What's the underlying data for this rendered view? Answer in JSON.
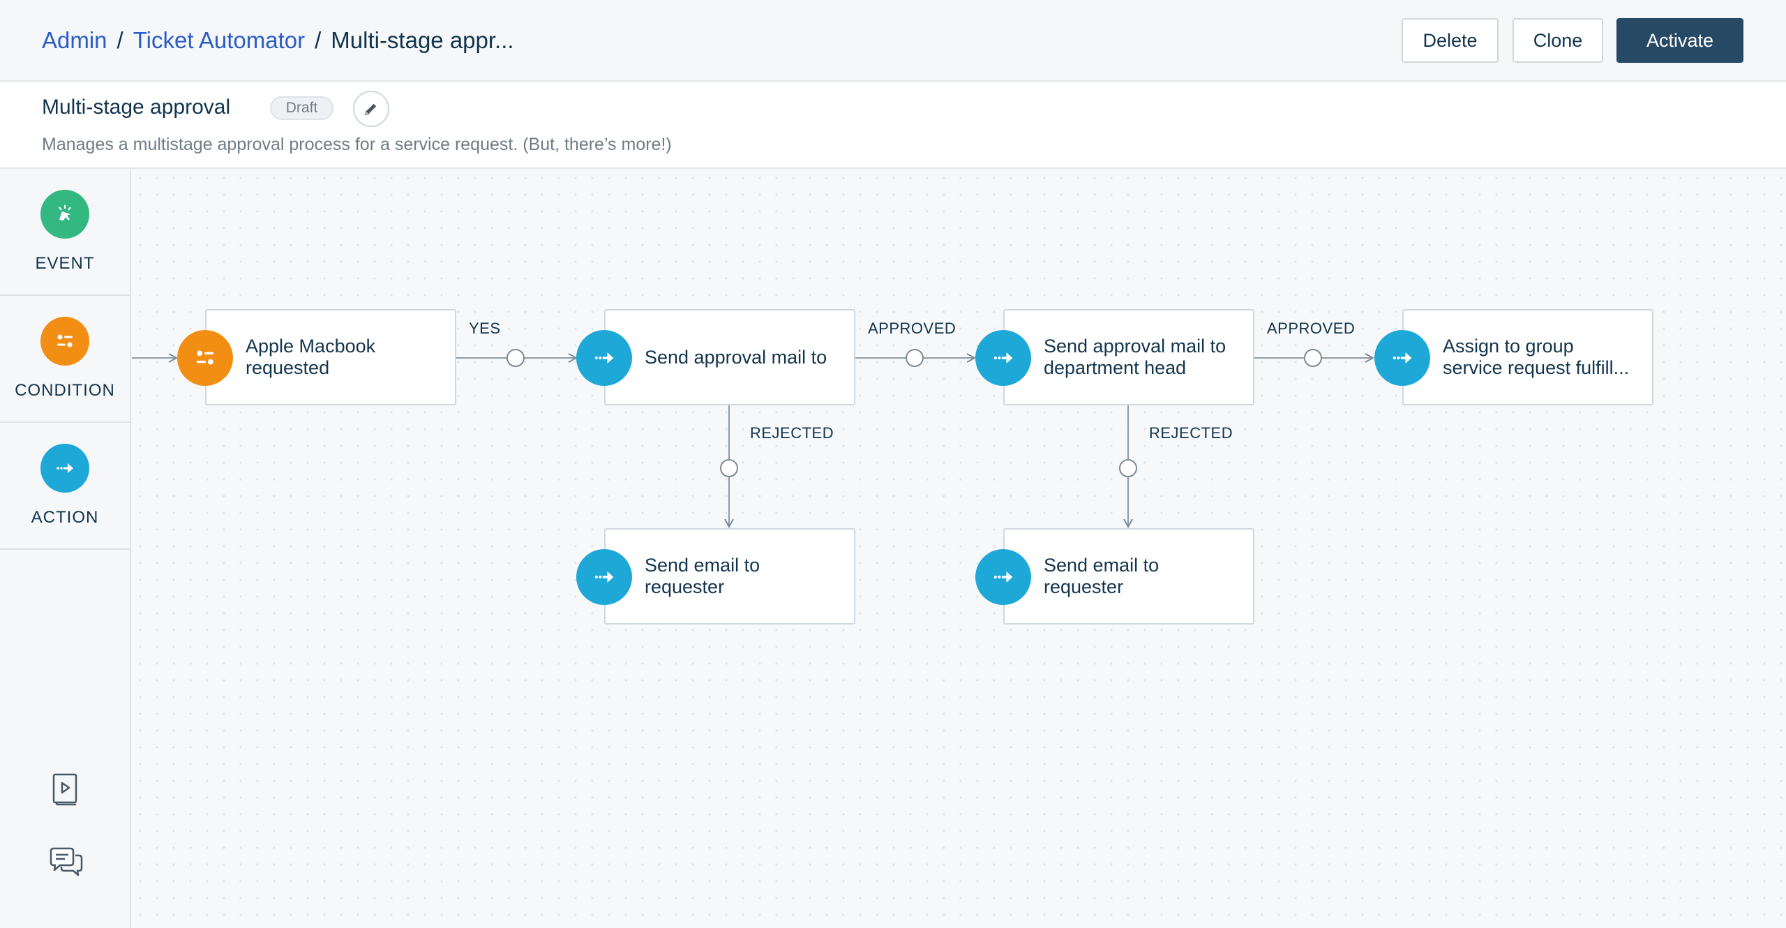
{
  "header": {
    "breadcrumbs": [
      {
        "label": "Admin"
      },
      {
        "label": "Ticket Automator"
      },
      {
        "label": "Multi-stage appr..."
      }
    ],
    "separator": "/",
    "buttons": {
      "delete": "Delete",
      "clone": "Clone",
      "activate": "Activate"
    }
  },
  "workflow": {
    "title": "Multi-stage approval",
    "status": "Draft",
    "description": "Manages a multistage approval process for a service request. (But, there’s more!)"
  },
  "sidebar": {
    "tools": [
      {
        "label": "EVENT",
        "icon": "cursor-click-icon",
        "color": "#34b882"
      },
      {
        "label": "CONDITION",
        "icon": "filter-sliders-icon",
        "color": "#f28e13"
      },
      {
        "label": "ACTION",
        "icon": "arrow-right-icon",
        "color": "#1da8d7"
      }
    ],
    "bottom_icons": [
      "video-tutorial-icon",
      "chat-support-icon"
    ]
  },
  "flow": {
    "nodes": [
      {
        "id": "condition-macbook",
        "kind": "condition",
        "lines": [
          "Apple Macbook",
          "requested"
        ]
      },
      {
        "id": "action-approval-1",
        "kind": "action",
        "lines": [
          "Send approval mail to"
        ]
      },
      {
        "id": "action-approval-dept",
        "kind": "action",
        "lines": [
          "Send approval mail to",
          "department head"
        ]
      },
      {
        "id": "action-assign-group",
        "kind": "action",
        "lines": [
          "Assign to group",
          "service request fulfill..."
        ]
      },
      {
        "id": "action-email-1",
        "kind": "action",
        "lines": [
          "Send email to",
          "requester"
        ]
      },
      {
        "id": "action-email-2",
        "kind": "action",
        "lines": [
          "Send email to",
          "requester"
        ]
      }
    ],
    "edge_labels": {
      "yes": "YES",
      "approved_1": "APPROVED",
      "approved_2": "APPROVED",
      "rejected_1": "REJECTED",
      "rejected_2": "REJECTED"
    }
  },
  "colors": {
    "condition": "#f28e13",
    "action": "#1da8d7",
    "event": "#34b882",
    "primary_button": "#264966",
    "link": "#2c5cc5"
  }
}
